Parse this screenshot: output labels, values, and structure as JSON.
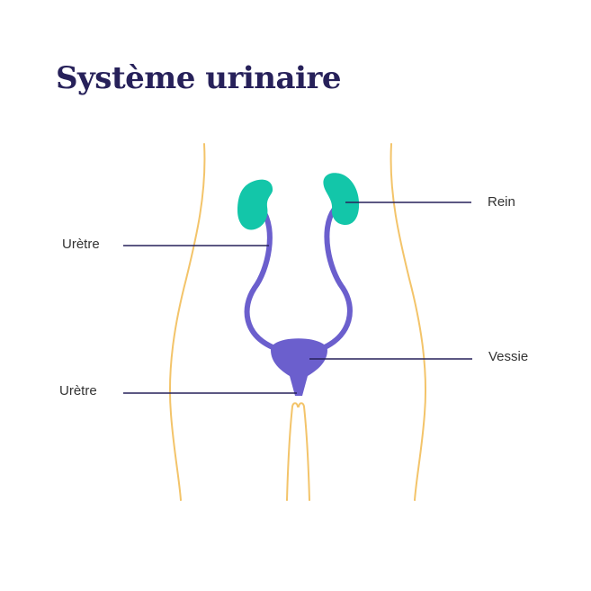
{
  "title": "Système urinaire",
  "labels": {
    "kidney": "Rein",
    "ureter": "Urètre",
    "bladder": "Vessie",
    "urethra": "Urètre"
  },
  "colors": {
    "title": "#27215a",
    "body_outline": "#f3c46a",
    "kidney": "#13c6a9",
    "urinary_tract": "#6b5fcd",
    "leader_line": "#27215a",
    "label_text": "#333333"
  }
}
